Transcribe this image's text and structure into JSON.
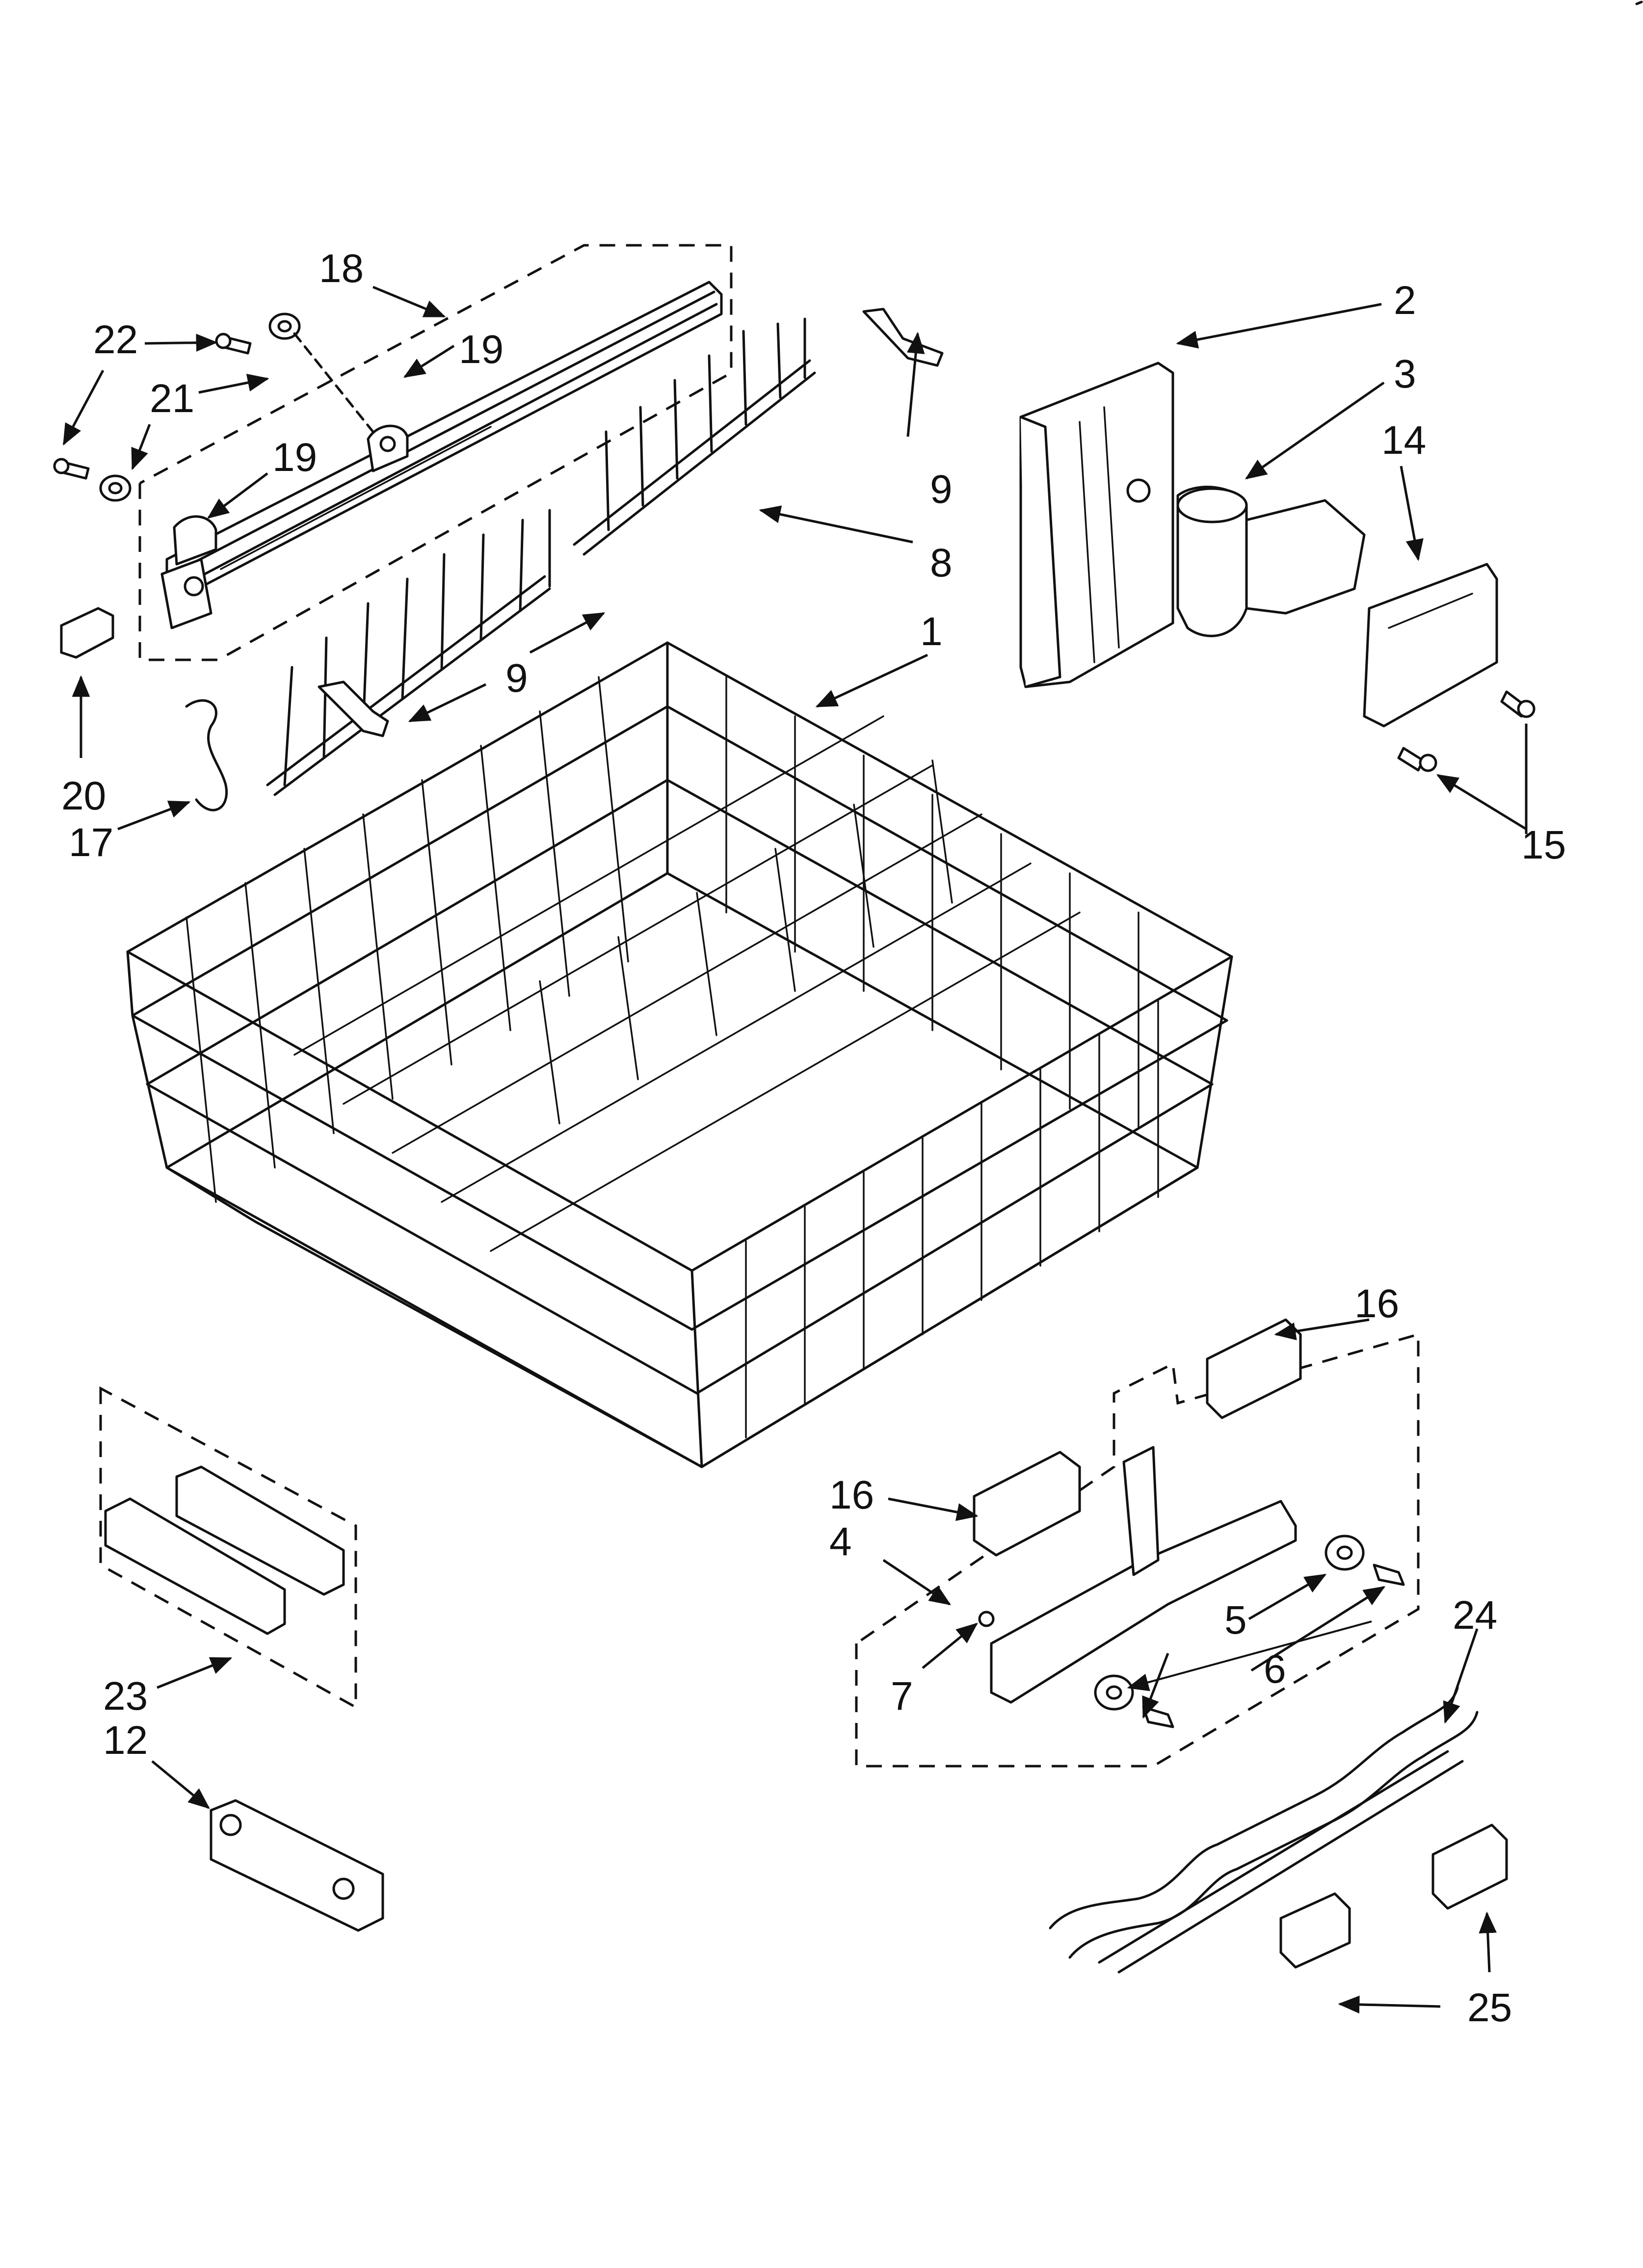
{
  "callouts": [
    {
      "id": "c1",
      "text": "1"
    },
    {
      "id": "c2",
      "text": "2"
    },
    {
      "id": "c3",
      "text": "3"
    },
    {
      "id": "c4",
      "text": "4"
    },
    {
      "id": "c5",
      "text": "5"
    },
    {
      "id": "c6",
      "text": "6"
    },
    {
      "id": "c7",
      "text": "7"
    },
    {
      "id": "c8",
      "text": "8"
    },
    {
      "id": "c9a",
      "text": "9"
    },
    {
      "id": "c9b",
      "text": "9"
    },
    {
      "id": "c12",
      "text": "12"
    },
    {
      "id": "c14",
      "text": "14"
    },
    {
      "id": "c15",
      "text": "15"
    },
    {
      "id": "c16a",
      "text": "16"
    },
    {
      "id": "c16b",
      "text": "16"
    },
    {
      "id": "c17",
      "text": "17"
    },
    {
      "id": "c18",
      "text": "18"
    },
    {
      "id": "c19a",
      "text": "19"
    },
    {
      "id": "c19b",
      "text": "19"
    },
    {
      "id": "c20",
      "text": "20"
    },
    {
      "id": "c21",
      "text": "21"
    },
    {
      "id": "c22",
      "text": "22"
    },
    {
      "id": "c23",
      "text": "23"
    },
    {
      "id": "c24",
      "text": "24"
    },
    {
      "id": "c25",
      "text": "25"
    }
  ]
}
